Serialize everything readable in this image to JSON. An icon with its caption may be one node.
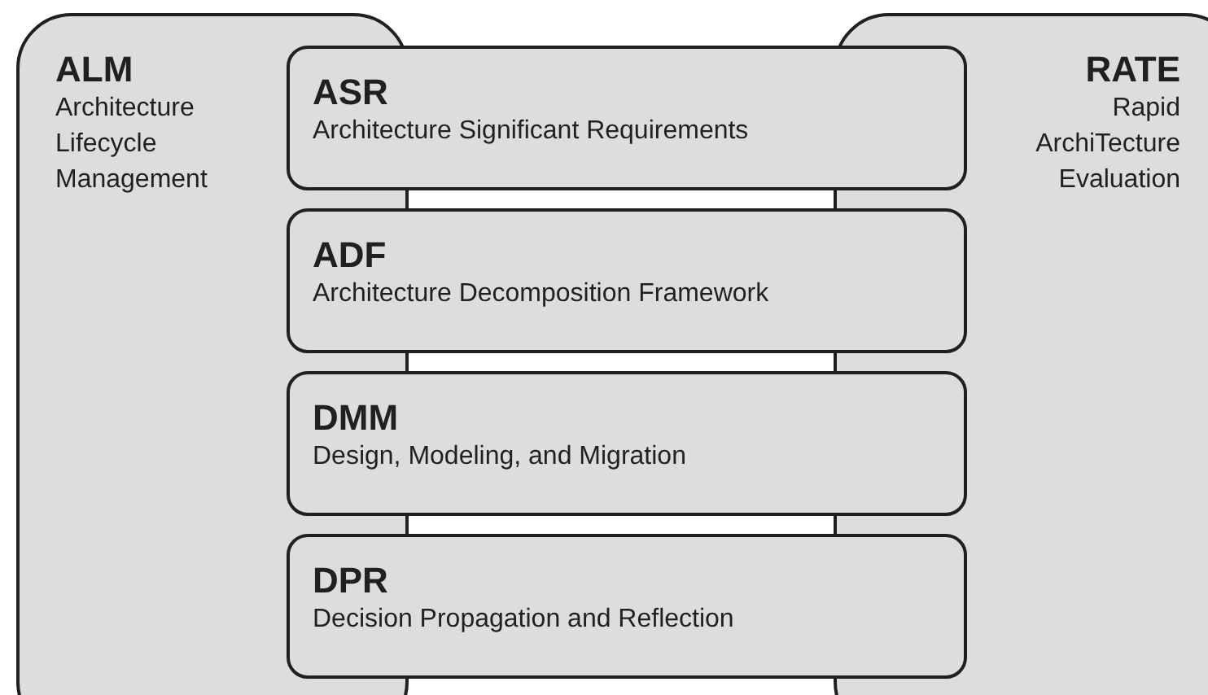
{
  "diagram": {
    "nodes": [
      {
        "text": [
          "ALM",
          "Architecture Lifecycle Management"
        ]
      },
      {
        "text": [
          "RATE",
          "Rapid ArchiTecture Evaluation"
        ]
      },
      {
        "text": [
          "ASR",
          "Architecture Significant Requirements"
        ]
      },
      {
        "text": [
          "ADF",
          "Architecture Decomposition Framework"
        ]
      },
      {
        "text": [
          "DMM",
          "Design, Modeling, and Migration"
        ]
      },
      {
        "text": [
          "DPR",
          "Decision Propagation and Reflection"
        ]
      }
    ]
  }
}
